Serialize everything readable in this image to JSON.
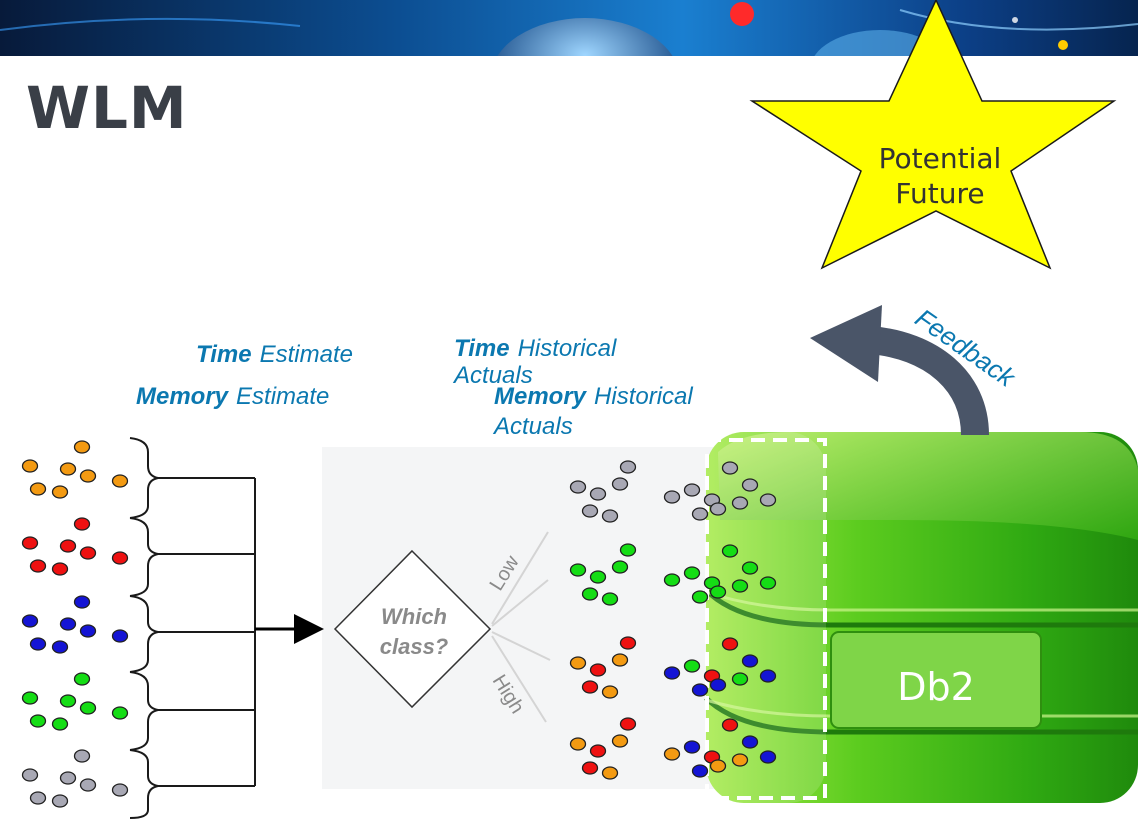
{
  "slide": {
    "title": "WLM"
  },
  "callout": {
    "star_line1": "Potential",
    "star_line2": "Future",
    "feedback": "Feedback"
  },
  "labels": {
    "time_estimate_strong": "Time",
    "time_estimate_rest": "Estimate",
    "memory_estimate_strong": "Memory",
    "memory_estimate_rest": "Estimate",
    "time_hist_strong": "Time",
    "time_hist_rest": "Historical",
    "time_hist_line2": "Actuals",
    "mem_hist_strong": "Memory",
    "mem_hist_rest": "Historical",
    "mem_hist_line2": "Actuals"
  },
  "decision": {
    "line1": "Which",
    "line2": "class?",
    "low": "Low",
    "high": "High"
  },
  "database": {
    "label": "Db2"
  },
  "colors": {
    "orange": "#f39a12",
    "red": "#ee1111",
    "blue": "#1414d4",
    "green": "#15dd15",
    "gray": "#a8a8b4",
    "star": "#ffff00",
    "arrow": "#4a5568",
    "db_green": "#4cc21a",
    "label_blue": "#0b78b0"
  }
}
